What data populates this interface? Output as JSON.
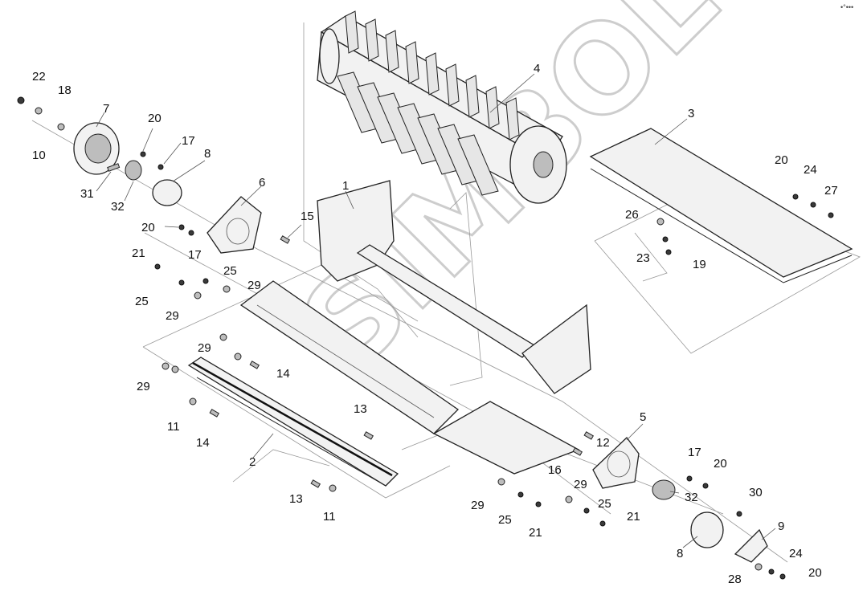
{
  "corner_mark": "•°•••",
  "watermark": "SIMBOL",
  "colors": {
    "ink": "#222222",
    "label": "#111111",
    "axis": "#999999",
    "watermark": "#c8c8c8"
  },
  "callouts": [
    {
      "id": "c01",
      "text": "22"
    },
    {
      "id": "c02",
      "text": "18"
    },
    {
      "id": "c03",
      "text": "7"
    },
    {
      "id": "c04",
      "text": "10"
    },
    {
      "id": "c05",
      "text": "20"
    },
    {
      "id": "c06",
      "text": "17"
    },
    {
      "id": "c07",
      "text": "8"
    },
    {
      "id": "c08",
      "text": "31"
    },
    {
      "id": "c09",
      "text": "32"
    },
    {
      "id": "c10",
      "text": "6"
    },
    {
      "id": "c11",
      "text": "1"
    },
    {
      "id": "c12",
      "text": "20"
    },
    {
      "id": "c13",
      "text": "17"
    },
    {
      "id": "c14",
      "text": "15"
    },
    {
      "id": "c15",
      "text": "21"
    },
    {
      "id": "c16",
      "text": "25"
    },
    {
      "id": "c17",
      "text": "29"
    },
    {
      "id": "c18",
      "text": "25"
    },
    {
      "id": "c19",
      "text": "29"
    },
    {
      "id": "c20",
      "text": "4"
    },
    {
      "id": "c21",
      "text": "3"
    },
    {
      "id": "c22",
      "text": "20"
    },
    {
      "id": "c23",
      "text": "24"
    },
    {
      "id": "c24",
      "text": "27"
    },
    {
      "id": "c25",
      "text": "26"
    },
    {
      "id": "c26",
      "text": "23"
    },
    {
      "id": "c27",
      "text": "19"
    },
    {
      "id": "c28",
      "text": "29"
    },
    {
      "id": "c29",
      "text": "14"
    },
    {
      "id": "c30",
      "text": "29"
    },
    {
      "id": "c31",
      "text": "13"
    },
    {
      "id": "c32",
      "text": "11"
    },
    {
      "id": "c33",
      "text": "14"
    },
    {
      "id": "c34",
      "text": "2"
    },
    {
      "id": "c35",
      "text": "13"
    },
    {
      "id": "c36",
      "text": "11"
    },
    {
      "id": "c37",
      "text": "5"
    },
    {
      "id": "c38",
      "text": "12"
    },
    {
      "id": "c39",
      "text": "16"
    },
    {
      "id": "c40",
      "text": "17"
    },
    {
      "id": "c41",
      "text": "20"
    },
    {
      "id": "c42",
      "text": "29"
    },
    {
      "id": "c43",
      "text": "32"
    },
    {
      "id": "c44",
      "text": "30"
    },
    {
      "id": "c45",
      "text": "29"
    },
    {
      "id": "c46",
      "text": "25"
    },
    {
      "id": "c47",
      "text": "21"
    },
    {
      "id": "c48",
      "text": "25"
    },
    {
      "id": "c49",
      "text": "21"
    },
    {
      "id": "c50",
      "text": "9"
    },
    {
      "id": "c51",
      "text": "8"
    },
    {
      "id": "c52",
      "text": "24"
    },
    {
      "id": "c53",
      "text": "28"
    },
    {
      "id": "c54",
      "text": "20"
    }
  ]
}
